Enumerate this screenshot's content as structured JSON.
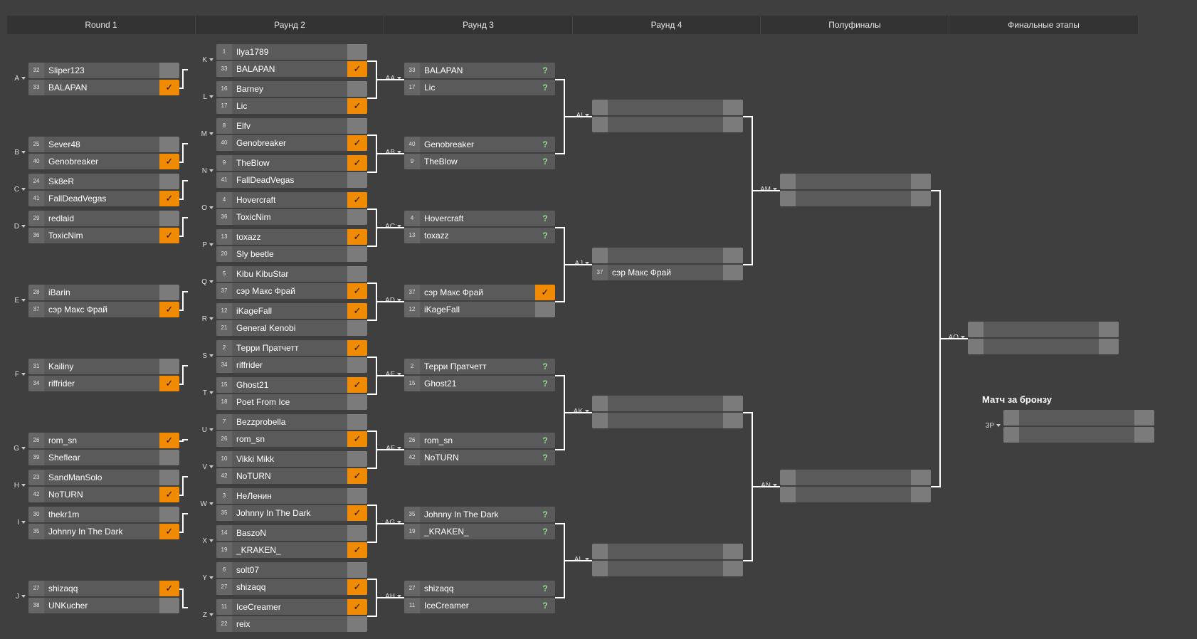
{
  "columns": [
    "Round 1",
    "Раунд 2",
    "Раунд 3",
    "Раунд 4",
    "Полуфиналы",
    "Финальные этапы"
  ],
  "bronze_title": "Матч за бронзу",
  "matches": [
    {
      "label": "A",
      "top": {
        "seed": "32",
        "name": "Sliper123",
        "score": ""
      },
      "bot": {
        "seed": "33",
        "name": "BALAPAN",
        "score": "✓"
      }
    },
    {
      "label": "B",
      "top": {
        "seed": "25",
        "name": "Sever48",
        "score": ""
      },
      "bot": {
        "seed": "40",
        "name": "Genobreaker",
        "score": "✓"
      }
    },
    {
      "label": "C",
      "top": {
        "seed": "24",
        "name": "Sk8eR",
        "score": ""
      },
      "bot": {
        "seed": "41",
        "name": "FallDeadVegas",
        "score": "✓"
      }
    },
    {
      "label": "D",
      "top": {
        "seed": "29",
        "name": "redlaid",
        "score": ""
      },
      "bot": {
        "seed": "36",
        "name": "ToxicNim",
        "score": "✓"
      }
    },
    {
      "label": "E",
      "top": {
        "seed": "28",
        "name": "iBarin",
        "score": ""
      },
      "bot": {
        "seed": "37",
        "name": "сэр Макс Фрай",
        "score": "✓"
      }
    },
    {
      "label": "F",
      "top": {
        "seed": "31",
        "name": "Kailiny",
        "score": ""
      },
      "bot": {
        "seed": "34",
        "name": "riffrider",
        "score": "✓"
      }
    },
    {
      "label": "G",
      "top": {
        "seed": "26",
        "name": "rom_sn",
        "score": "✓"
      },
      "bot": {
        "seed": "39",
        "name": "Sheflear",
        "score": ""
      }
    },
    {
      "label": "H",
      "top": {
        "seed": "23",
        "name": "SandManSolo",
        "score": ""
      },
      "bot": {
        "seed": "42",
        "name": "NoTURN",
        "score": "✓"
      }
    },
    {
      "label": "I",
      "top": {
        "seed": "30",
        "name": "thekr1m",
        "score": ""
      },
      "bot": {
        "seed": "35",
        "name": "Johnny In The Dark",
        "score": "✓"
      }
    },
    {
      "label": "J",
      "top": {
        "seed": "27",
        "name": "shizaqq",
        "score": "✓"
      },
      "bot": {
        "seed": "38",
        "name": "UNKucher",
        "score": ""
      }
    },
    {
      "label": "K",
      "top": {
        "seed": "1",
        "name": "Ilya1789",
        "score": ""
      },
      "bot": {
        "seed": "33",
        "name": "BALAPAN",
        "score": "✓"
      }
    },
    {
      "label": "L",
      "top": {
        "seed": "16",
        "name": "Barney",
        "score": ""
      },
      "bot": {
        "seed": "17",
        "name": "Lic",
        "score": "✓"
      }
    },
    {
      "label": "M",
      "top": {
        "seed": "8",
        "name": "Elfv",
        "score": ""
      },
      "bot": {
        "seed": "40",
        "name": "Genobreaker",
        "score": "✓"
      }
    },
    {
      "label": "N",
      "top": {
        "seed": "9",
        "name": "TheBlow",
        "score": "✓"
      },
      "bot": {
        "seed": "41",
        "name": "FallDeadVegas",
        "score": ""
      }
    },
    {
      "label": "O",
      "top": {
        "seed": "4",
        "name": "Hovercraft",
        "score": "✓"
      },
      "bot": {
        "seed": "36",
        "name": "ToxicNim",
        "score": ""
      }
    },
    {
      "label": "P",
      "top": {
        "seed": "13",
        "name": "toxazz",
        "score": "✓"
      },
      "bot": {
        "seed": "20",
        "name": "Sly beetle",
        "score": ""
      }
    },
    {
      "label": "Q",
      "top": {
        "seed": "5",
        "name": "Kibu KibuStar",
        "score": ""
      },
      "bot": {
        "seed": "37",
        "name": "сэр Макс Фрай",
        "score": "✓"
      }
    },
    {
      "label": "R",
      "top": {
        "seed": "12",
        "name": "iKageFall",
        "score": "✓"
      },
      "bot": {
        "seed": "21",
        "name": "General Kenobi",
        "score": ""
      }
    },
    {
      "label": "S",
      "top": {
        "seed": "2",
        "name": "Терри Пратчетт",
        "score": "✓"
      },
      "bot": {
        "seed": "34",
        "name": "riffrider",
        "score": ""
      }
    },
    {
      "label": "T",
      "top": {
        "seed": "15",
        "name": "Ghost21",
        "score": "✓"
      },
      "bot": {
        "seed": "18",
        "name": "Poet From Ice",
        "score": ""
      }
    },
    {
      "label": "U",
      "top": {
        "seed": "7",
        "name": "Bezzprobella",
        "score": ""
      },
      "bot": {
        "seed": "26",
        "name": "rom_sn",
        "score": "✓"
      }
    },
    {
      "label": "V",
      "top": {
        "seed": "10",
        "name": "Vikki Mikk",
        "score": ""
      },
      "bot": {
        "seed": "42",
        "name": "NoTURN",
        "score": "✓"
      }
    },
    {
      "label": "W",
      "top": {
        "seed": "3",
        "name": "НеЛенин",
        "score": ""
      },
      "bot": {
        "seed": "35",
        "name": "Johnny In The Dark",
        "score": "✓"
      }
    },
    {
      "label": "X",
      "top": {
        "seed": "14",
        "name": "BaszoN",
        "score": ""
      },
      "bot": {
        "seed": "19",
        "name": "_KRAKEN_",
        "score": "✓"
      }
    },
    {
      "label": "Y",
      "top": {
        "seed": "6",
        "name": "solt07",
        "score": ""
      },
      "bot": {
        "seed": "27",
        "name": "shizaqq",
        "score": "✓"
      }
    },
    {
      "label": "Z",
      "top": {
        "seed": "11",
        "name": "IceCreamer",
        "score": "✓"
      },
      "bot": {
        "seed": "22",
        "name": "reix",
        "score": ""
      }
    },
    {
      "label": "AA",
      "top": {
        "seed": "33",
        "name": "BALAPAN",
        "score": "?"
      },
      "bot": {
        "seed": "17",
        "name": "Lic",
        "score": "?"
      }
    },
    {
      "label": "AB",
      "top": {
        "seed": "40",
        "name": "Genobreaker",
        "score": "?"
      },
      "bot": {
        "seed": "9",
        "name": "TheBlow",
        "score": "?"
      }
    },
    {
      "label": "AC",
      "top": {
        "seed": "4",
        "name": "Hovercraft",
        "score": "?"
      },
      "bot": {
        "seed": "13",
        "name": "toxazz",
        "score": "?"
      }
    },
    {
      "label": "AD",
      "top": {
        "seed": "37",
        "name": "сэр Макс Фрай",
        "score": "✓"
      },
      "bot": {
        "seed": "12",
        "name": "iKageFall",
        "score": ""
      }
    },
    {
      "label": "AE",
      "top": {
        "seed": "2",
        "name": "Терри Пратчетт",
        "score": "?"
      },
      "bot": {
        "seed": "15",
        "name": "Ghost21",
        "score": "?"
      }
    },
    {
      "label": "AF",
      "top": {
        "seed": "26",
        "name": "rom_sn",
        "score": "?"
      },
      "bot": {
        "seed": "42",
        "name": "NoTURN",
        "score": "?"
      }
    },
    {
      "label": "AG",
      "top": {
        "seed": "35",
        "name": "Johnny In The Dark",
        "score": "?"
      },
      "bot": {
        "seed": "19",
        "name": "_KRAKEN_",
        "score": "?"
      }
    },
    {
      "label": "AH",
      "top": {
        "seed": "27",
        "name": "shizaqq",
        "score": "?"
      },
      "bot": {
        "seed": "11",
        "name": "IceCreamer",
        "score": "?"
      }
    },
    {
      "label": "AI",
      "top": {
        "seed": "",
        "name": "",
        "score": ""
      },
      "bot": {
        "seed": "",
        "name": "",
        "score": ""
      }
    },
    {
      "label": "AJ",
      "top": {
        "seed": "",
        "name": "",
        "score": ""
      },
      "bot": {
        "seed": "37",
        "name": "сэр Макс Фрай",
        "score": ""
      }
    },
    {
      "label": "AK",
      "top": {
        "seed": "",
        "name": "",
        "score": ""
      },
      "bot": {
        "seed": "",
        "name": "",
        "score": ""
      }
    },
    {
      "label": "AL",
      "top": {
        "seed": "",
        "name": "",
        "score": ""
      },
      "bot": {
        "seed": "",
        "name": "",
        "score": ""
      }
    },
    {
      "label": "AM",
      "top": {
        "seed": "",
        "name": "",
        "score": ""
      },
      "bot": {
        "seed": "",
        "name": "",
        "score": ""
      }
    },
    {
      "label": "AN",
      "top": {
        "seed": "",
        "name": "",
        "score": ""
      },
      "bot": {
        "seed": "",
        "name": "",
        "score": ""
      }
    },
    {
      "label": "AO",
      "top": {
        "seed": "",
        "name": "",
        "score": ""
      },
      "bot": {
        "seed": "",
        "name": "",
        "score": ""
      }
    },
    {
      "label": "3P",
      "top": {
        "seed": "",
        "name": "",
        "score": ""
      },
      "bot": {
        "seed": "",
        "name": "",
        "score": ""
      }
    }
  ]
}
